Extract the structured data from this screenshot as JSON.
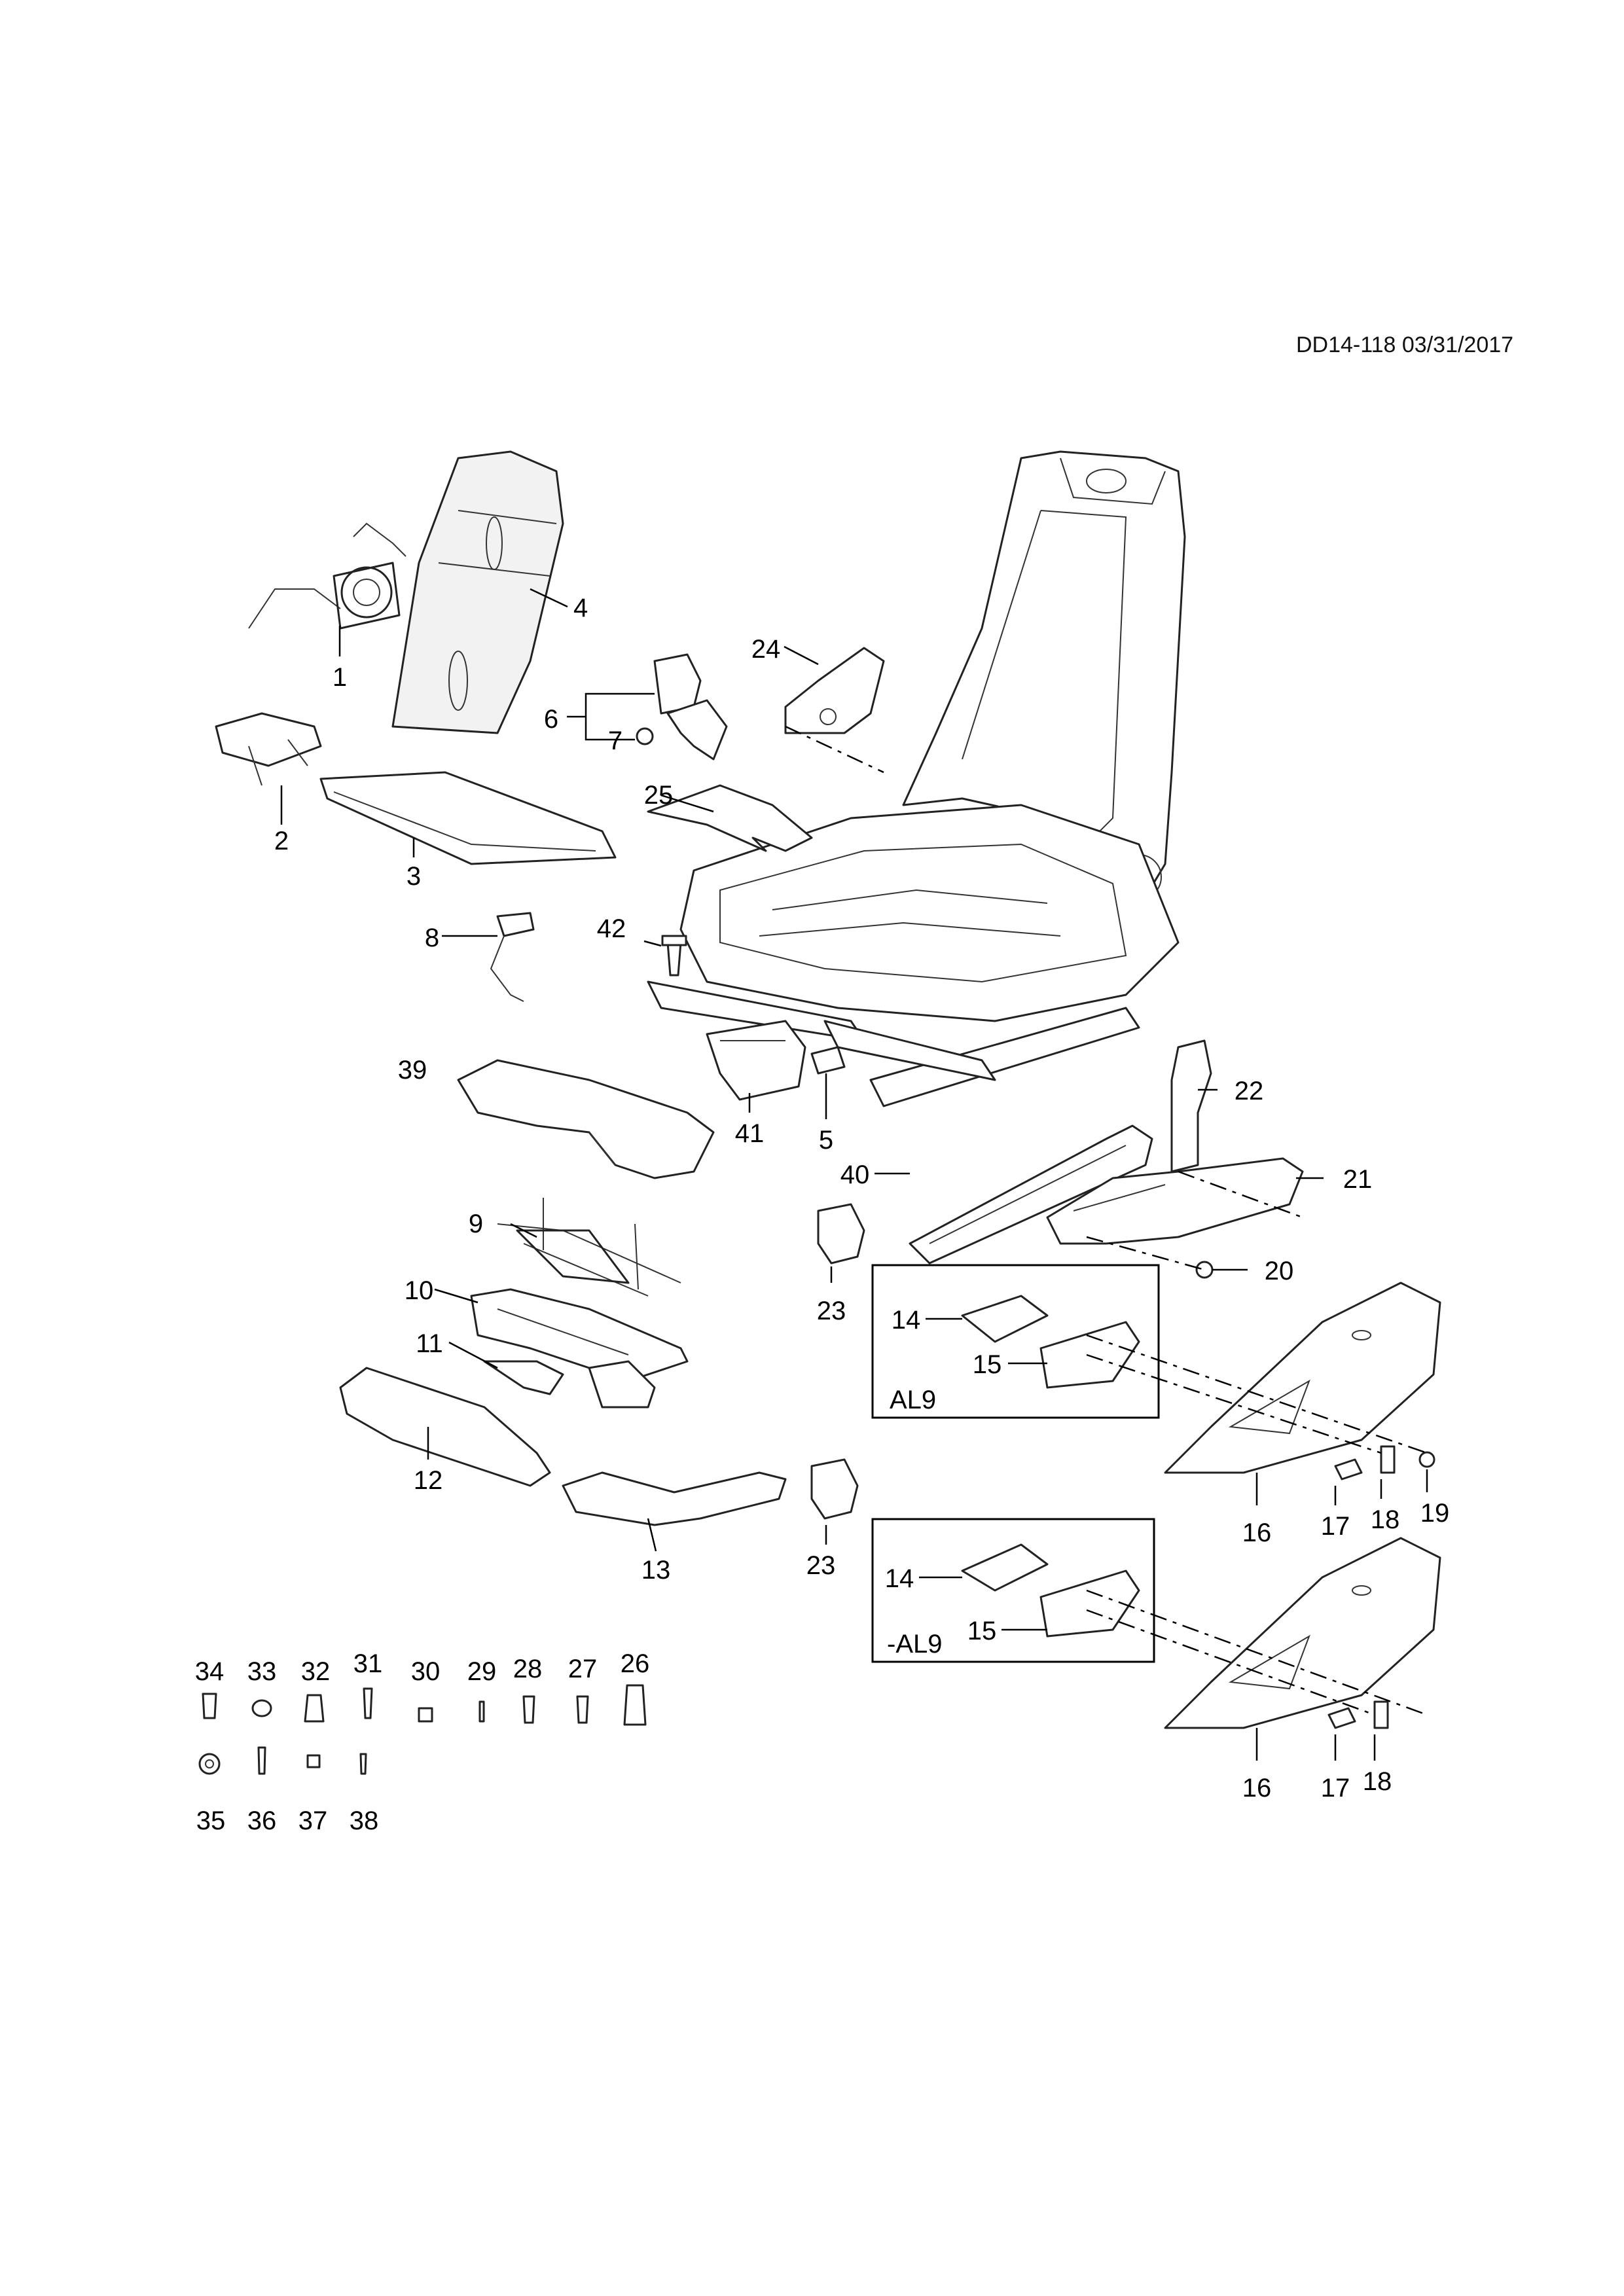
{
  "document_ref": "DD14-118 03/31/2017",
  "variants": {
    "upper": "AL9",
    "lower": "-AL9"
  },
  "callouts": {
    "c1": "1",
    "c2": "2",
    "c3": "3",
    "c4": "4",
    "c5": "5",
    "c6": "6",
    "c7": "7",
    "c8": "8",
    "c9": "9",
    "c10": "10",
    "c11": "11",
    "c12": "12",
    "c13": "13",
    "c14a": "14",
    "c14b": "14",
    "c15a": "15",
    "c15b": "15",
    "c16a": "16",
    "c16b": "16",
    "c17a": "17",
    "c17b": "17",
    "c18a": "18",
    "c18b": "18",
    "c19": "19",
    "c20": "20",
    "c21": "21",
    "c22": "22",
    "c23a": "23",
    "c23b": "23",
    "c24": "24",
    "c25": "25",
    "c26": "26",
    "c27": "27",
    "c28": "28",
    "c29": "29",
    "c30": "30",
    "c31": "31",
    "c32": "32",
    "c33": "33",
    "c34": "34",
    "c35": "35",
    "c36": "36",
    "c37": "37",
    "c38": "38",
    "c39": "39",
    "c40": "40",
    "c41": "41",
    "c42": "42"
  }
}
